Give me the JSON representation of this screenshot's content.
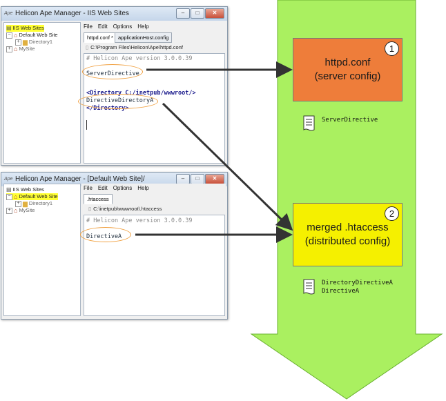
{
  "window1": {
    "title": "Helicon Ape Manager - IIS Web Sites",
    "app_badge": "Ape",
    "tree": [
      {
        "label": "IIS Web Sites"
      },
      {
        "label": "Default Web Site"
      },
      {
        "label": "Directory1"
      },
      {
        "label": "MySite"
      }
    ],
    "menu": [
      "File",
      "Edit",
      "Options",
      "Help"
    ],
    "tabs": [
      "httpd.conf *",
      "applicationHost.config"
    ],
    "path": "C:\\Program Files\\Helicon\\Ape\\httpd.conf",
    "code": {
      "comment": "# Helicon Ape version 3.0.0.39",
      "directive": "ServerDirective",
      "dir_open": "<Directory C:/inetpub/wwwroot/>",
      "dir_directive": "DirectiveDirectoryA",
      "dir_close": "</Directory>"
    }
  },
  "window2": {
    "title": "Helicon Ape Manager - [Default Web Site]/",
    "app_badge": "Ape",
    "tree": [
      {
        "label": "IIS Web Sites"
      },
      {
        "label": "Default Web Site"
      },
      {
        "label": "Directory1"
      },
      {
        "label": "MySite"
      }
    ],
    "menu": [
      "File",
      "Edit",
      "Options",
      "Help"
    ],
    "tabs": [
      ".htaccess"
    ],
    "path": "C:\\inetpub\\wwwroot\\.htaccess",
    "code": {
      "comment": "# Helicon Ape version 3.0.0.39",
      "directive": "DirectiveA"
    }
  },
  "flow": {
    "arrow_color": "#aaf060",
    "step1": {
      "number": "1",
      "line1": "httpd.conf",
      "line2": "(server config)",
      "color": "#ee7d3a"
    },
    "step1_doc": [
      "ServerDirective"
    ],
    "step2": {
      "number": "2",
      "line1": "merged .htaccess",
      "line2": "(distributed config)",
      "color": "#f5f000"
    },
    "step2_doc": [
      "DirectoryDirectiveA",
      "DirectiveA"
    ]
  }
}
